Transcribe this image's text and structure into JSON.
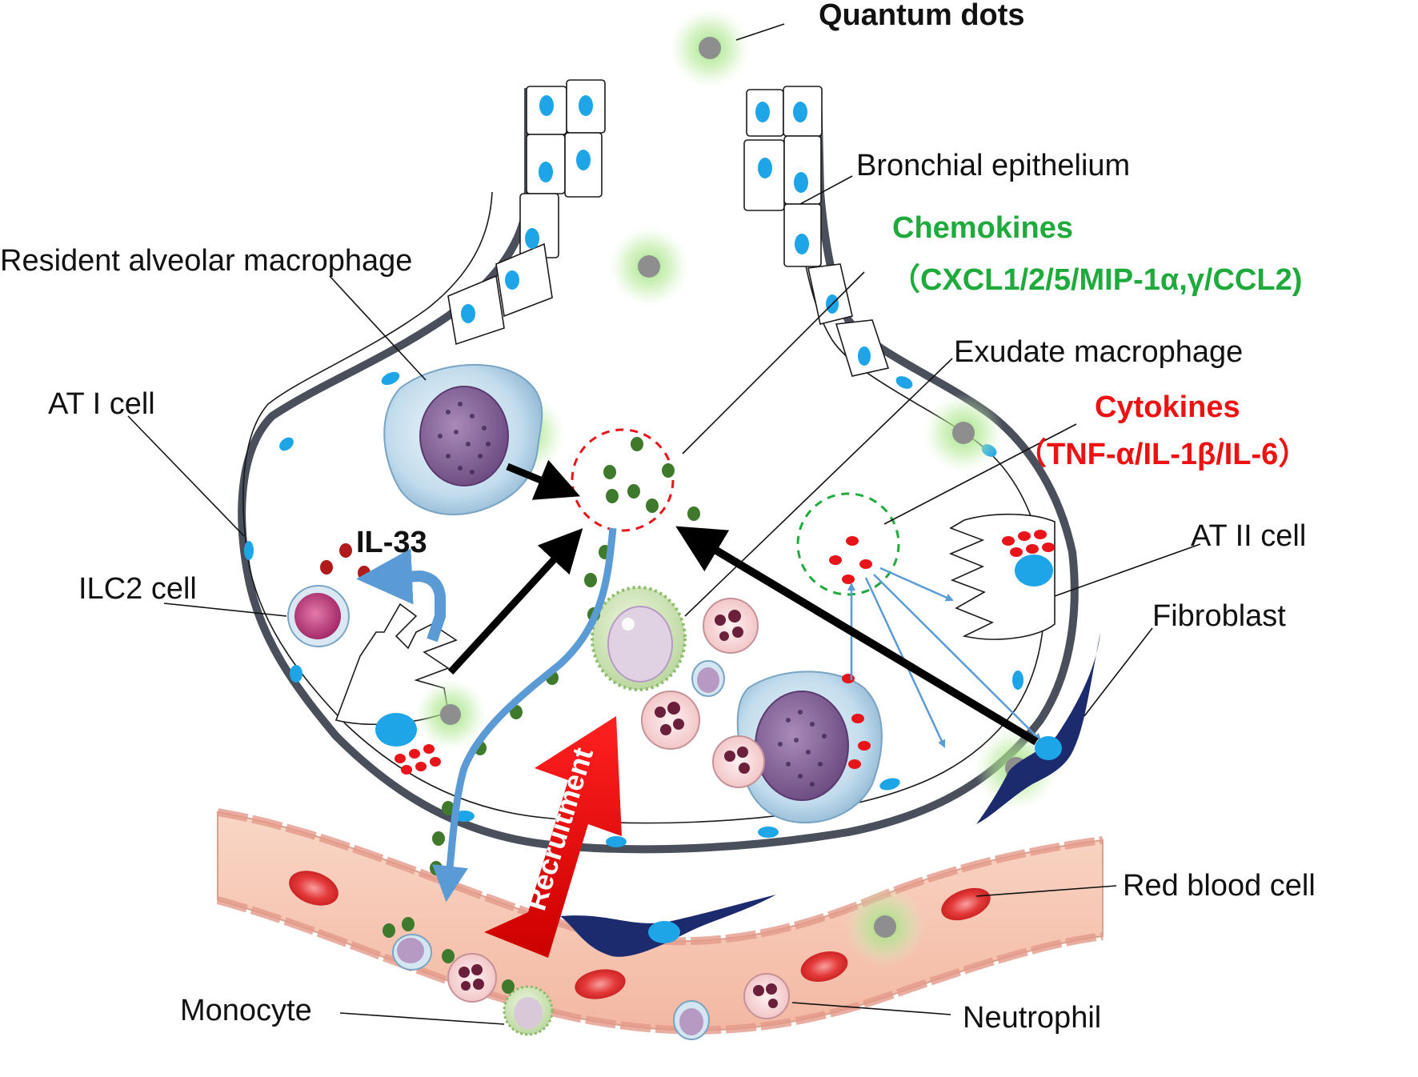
{
  "labels": {
    "quantum_dots": "Quantum dots",
    "bronchial_epithelium": "Bronchial epithelium",
    "chemokines": "Chemokines",
    "chemokines_list": "（CXCL1/2/5/MIP-1α,γ/CCL2)",
    "resident_macrophage": "Resident alveolar macrophage",
    "exudate_macrophage": "Exudate macrophage",
    "at1_cell": "AT I cell",
    "cytokines": "Cytokines",
    "cytokines_list": "（TNF-α/IL-1β/IL-6）",
    "il33": "IL-33",
    "at2_cell": "AT II cell",
    "ilc2_cell": "ILC2 cell",
    "fibroblast": "Fibroblast",
    "recruitment": "Recruitment",
    "red_blood_cell": "Red blood cell",
    "monocyte": "Monocyte",
    "neutrophil": "Neutrophil"
  },
  "colors": {
    "chemokine_text": "#1faa3c",
    "cytokine_text": "#ee1111",
    "alveolar_wall": "#4a4f5c",
    "nucleus_blue": "#1ea5e8",
    "quantum_dot_core": "#8e8e8e",
    "quantum_dot_glow": "#9be07a",
    "chemokine_dot": "#3f7a2c",
    "cytokine_dot": "#e8141a",
    "il33_dot": "#b01a1a",
    "arrow_blue": "#5b9bd5",
    "recruitment_arrow": "#ee0000",
    "vessel_fill": "#f6c8b4",
    "fibroblast": "#1c2a6e"
  },
  "icons": [
    "quantum-dot-icon",
    "macrophage-icon",
    "neutrophil-icon",
    "monocyte-icon",
    "red-blood-cell-icon",
    "fibroblast-icon",
    "ilc2-cell-icon"
  ]
}
